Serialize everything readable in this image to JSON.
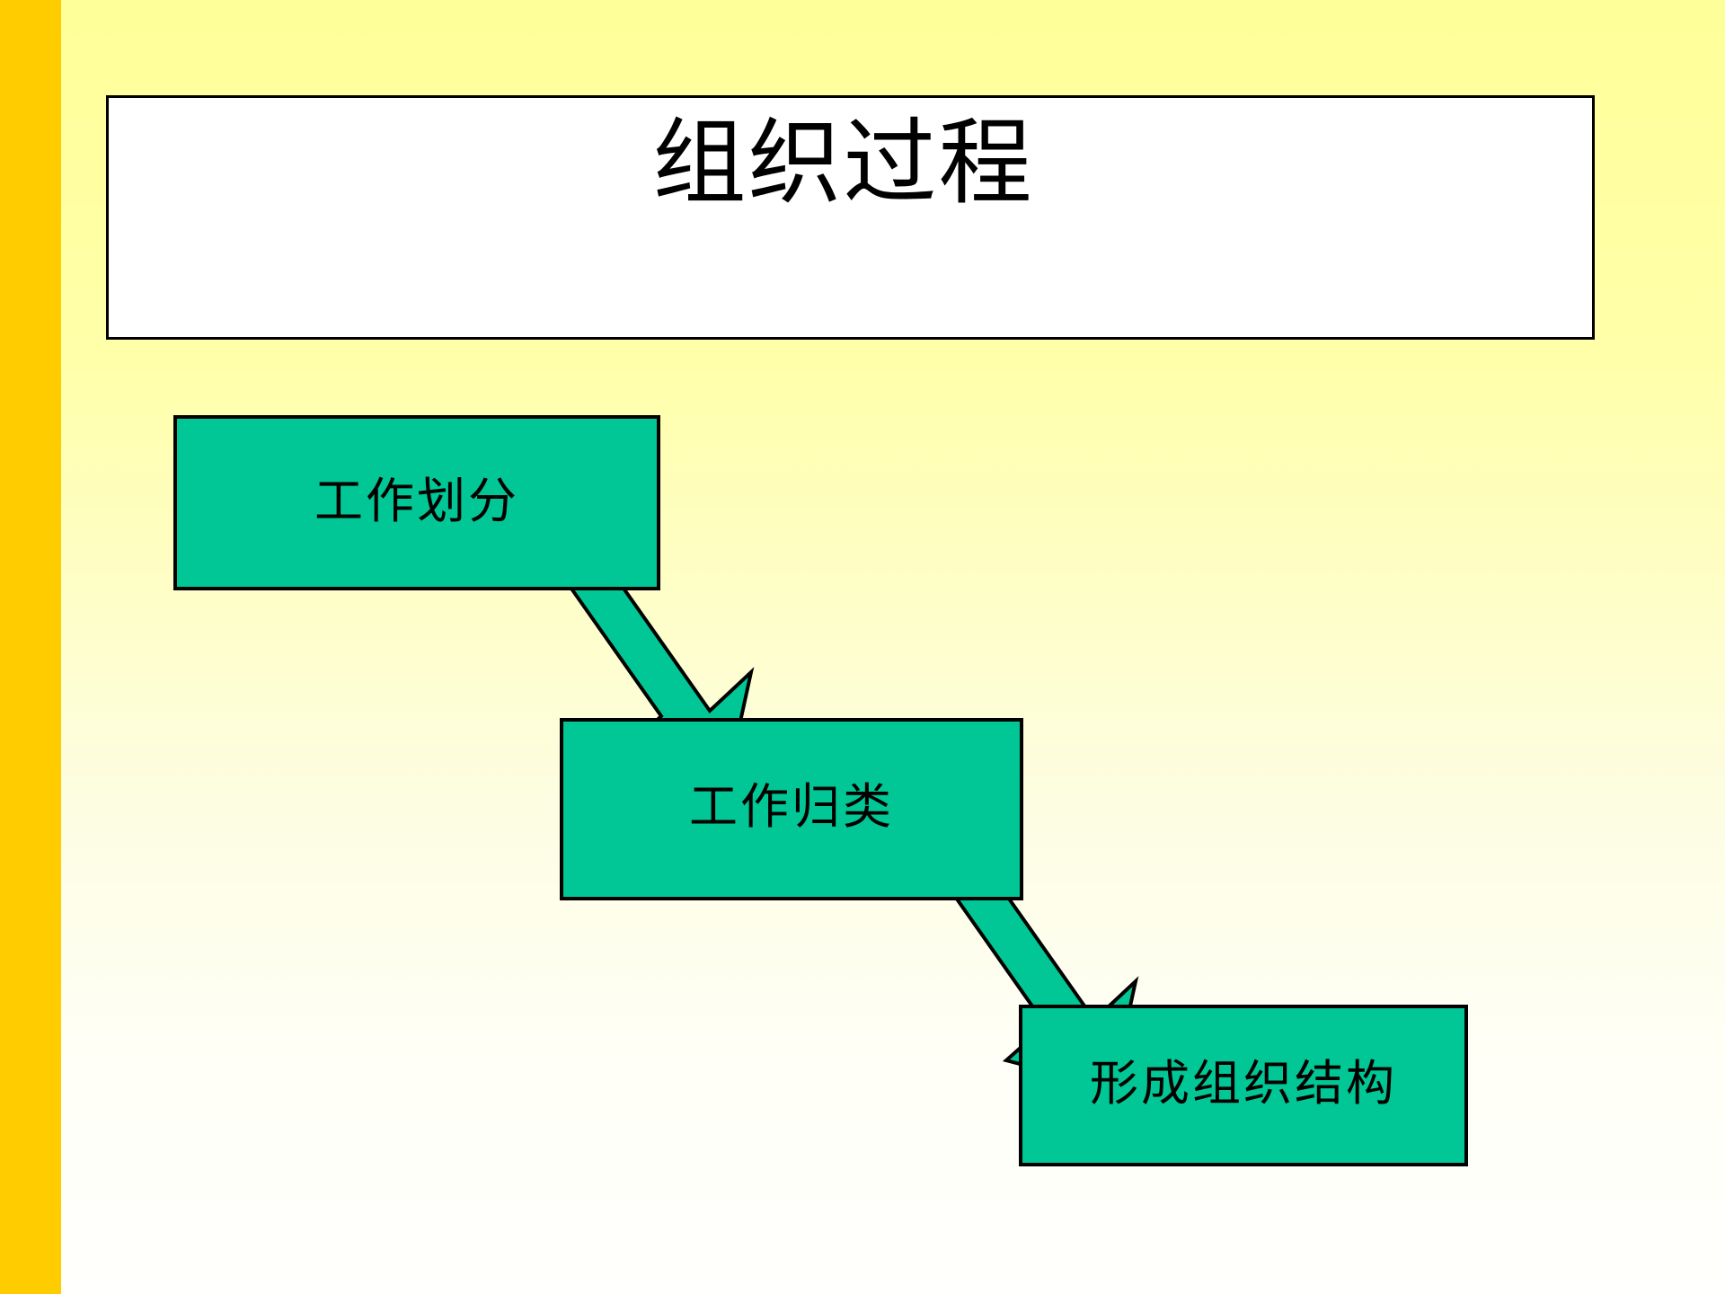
{
  "slide": {
    "title": "组织过程",
    "background_top_color": "#ffff99",
    "background_bottom_color": "#fffffd",
    "accent_bar_color": "#ffcc00",
    "title_box_fill": "#ffffff",
    "title_box_border_color": "#000000"
  },
  "diagram": {
    "type": "process-flow",
    "shape_fill": "#00c795",
    "shape_border_color": "#000000",
    "steps": [
      {
        "id": "step-1",
        "label": "工作划分"
      },
      {
        "id": "step-2",
        "label": "工作归类"
      },
      {
        "id": "step-3",
        "label": "形成组织结构"
      }
    ],
    "connectors": [
      {
        "id": "arrow-1",
        "from": "step-1",
        "to": "step-2",
        "direction": "down-right"
      },
      {
        "id": "arrow-2",
        "from": "step-2",
        "to": "step-3",
        "direction": "down-right"
      }
    ]
  }
}
